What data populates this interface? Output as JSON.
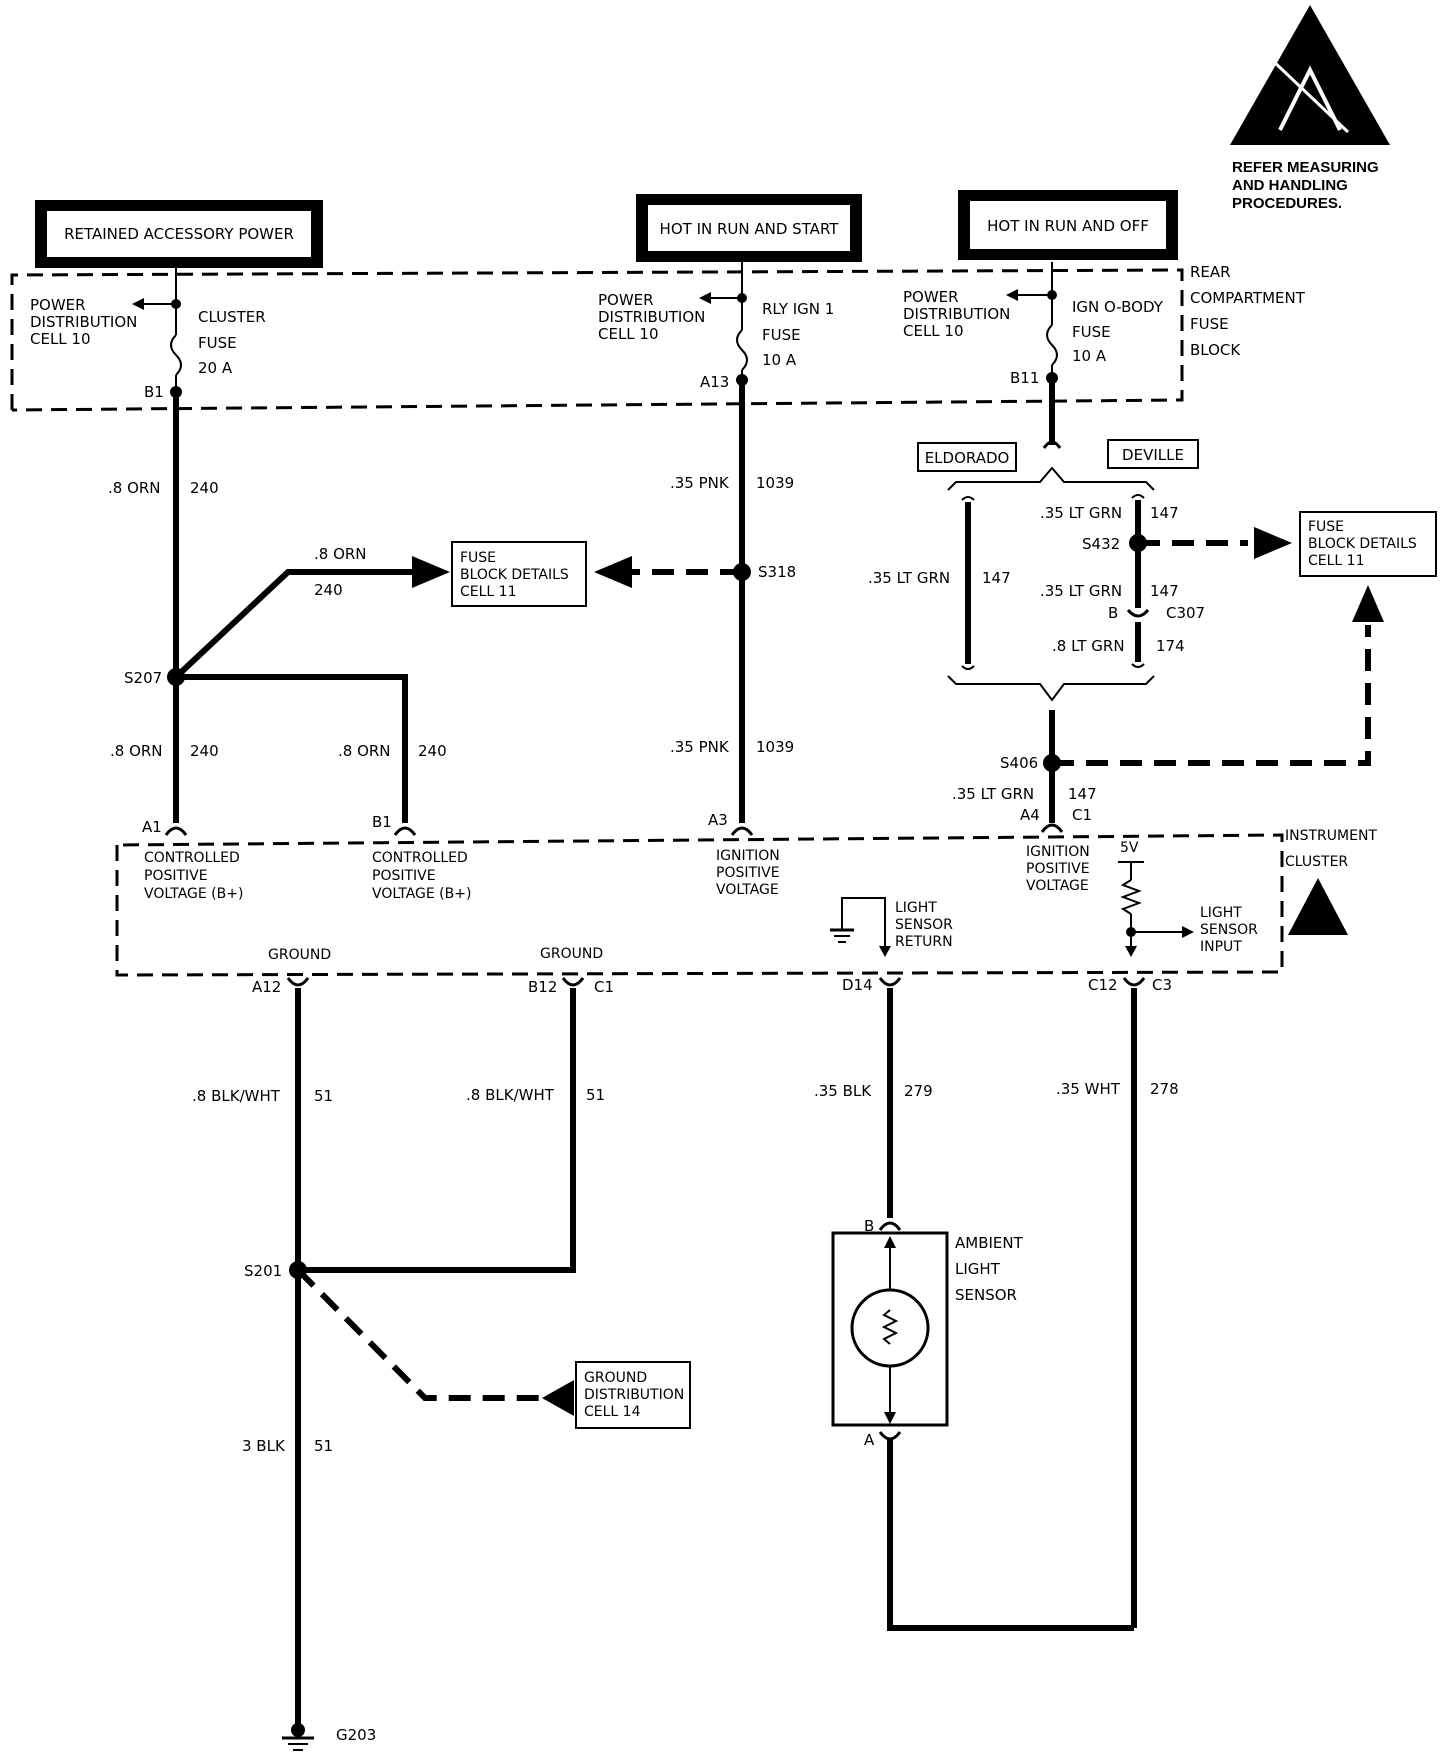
{
  "esd_notice": {
    "line1": "REFER MEASURING",
    "line2": "AND HANDLING",
    "line3": "PROCEDURES."
  },
  "power_sources": {
    "retained": "RETAINED ACCESSORY POWER",
    "run_start": "HOT IN RUN AND START",
    "run_off": "HOT IN RUN AND OFF"
  },
  "fuse_block": {
    "line1": "REAR",
    "line2": "COMPARTMENT",
    "line3": "FUSE",
    "line4": "BLOCK"
  },
  "power_dist": {
    "line1": "POWER",
    "line2": "DISTRIBUTION",
    "line3": "CELL 10"
  },
  "fuses": {
    "cluster": {
      "name": "CLUSTER",
      "type": "FUSE",
      "rating": "20 A",
      "pin": "B1"
    },
    "rly_ign": {
      "name": "RLY IGN 1",
      "type": "FUSE",
      "rating": "10 A",
      "pin": "A13"
    },
    "ign_obody": {
      "name": "IGN O-BODY",
      "type": "FUSE",
      "rating": "10 A",
      "pin": "B11"
    }
  },
  "variants": {
    "eldorado": "ELDORADO",
    "deville": "DEVILLE"
  },
  "wires": {
    "orn_size": ".8 ORN",
    "orn_circuit": "240",
    "pnk_size": ".35 PNK",
    "pnk_circuit": "1039",
    "ltgrn_size": ".35 LT GRN",
    "ltgrn_circuit": "147",
    "ltgrn8_size": ".8 LT GRN",
    "ltgrn8_circuit": "174",
    "blkwht_size": ".8 BLK/WHT",
    "blkwht_circuit": "51",
    "blk3_size": "3 BLK",
    "blk3_circuit": "51",
    "blk35_size": ".35 BLK",
    "blk35_circuit": "279",
    "wht_size": ".35 WHT",
    "wht_circuit": "278"
  },
  "splices": {
    "s207": "S207",
    "s318": "S318",
    "s432": "S432",
    "s406": "S406",
    "s201": "S201"
  },
  "connector_c307": {
    "pin": "B",
    "name": "C307"
  },
  "fuse_block_details": {
    "line1": "FUSE",
    "line2": "BLOCK DETAILS",
    "line3": "CELL 11"
  },
  "ground_dist": {
    "line1": "GROUND",
    "line2": "DISTRIBUTION",
    "line3": "CELL 14"
  },
  "instrument_cluster": {
    "line1": "INSTRUMENT",
    "line2": "CLUSTER"
  },
  "cluster_pins": {
    "a1": "A1",
    "b1": "B1",
    "a3": "A3",
    "a4": "A4",
    "c1": "C1",
    "a12": "A12",
    "b12": "B12",
    "c1b": "C1",
    "d14": "D14",
    "c12": "C12",
    "c3": "C3"
  },
  "cluster_labels": {
    "cpv1": "CONTROLLED",
    "cpv2": "POSITIVE",
    "cpv3": "VOLTAGE (B+)",
    "ipv1": "IGNITION",
    "ipv2": "POSITIVE",
    "ipv3": "VOLTAGE",
    "ground": "GROUND",
    "lsr1": "LIGHT",
    "lsr2": "SENSOR",
    "lsr3": "RETURN",
    "lsi1": "LIGHT",
    "lsi2": "SENSOR",
    "lsi3": "INPUT",
    "five_v": "5V"
  },
  "sensor": {
    "line1": "AMBIENT",
    "line2": "LIGHT",
    "line3": "SENSOR",
    "pin_b": "B",
    "pin_a": "A"
  },
  "ground_point": "G203"
}
